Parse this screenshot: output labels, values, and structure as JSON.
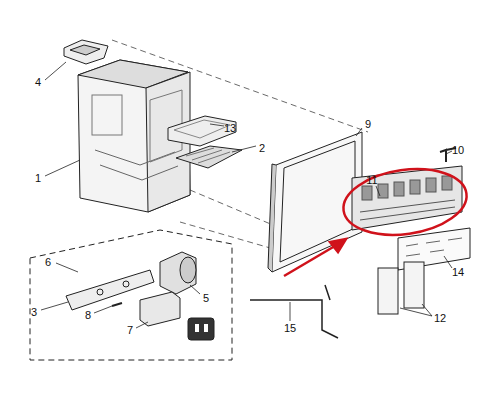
{
  "diagram": {
    "labels": [
      "4",
      "1",
      "13",
      "2",
      "9",
      "10",
      "11",
      "6",
      "5",
      "3",
      "8",
      "7",
      "14",
      "12",
      "15"
    ]
  }
}
